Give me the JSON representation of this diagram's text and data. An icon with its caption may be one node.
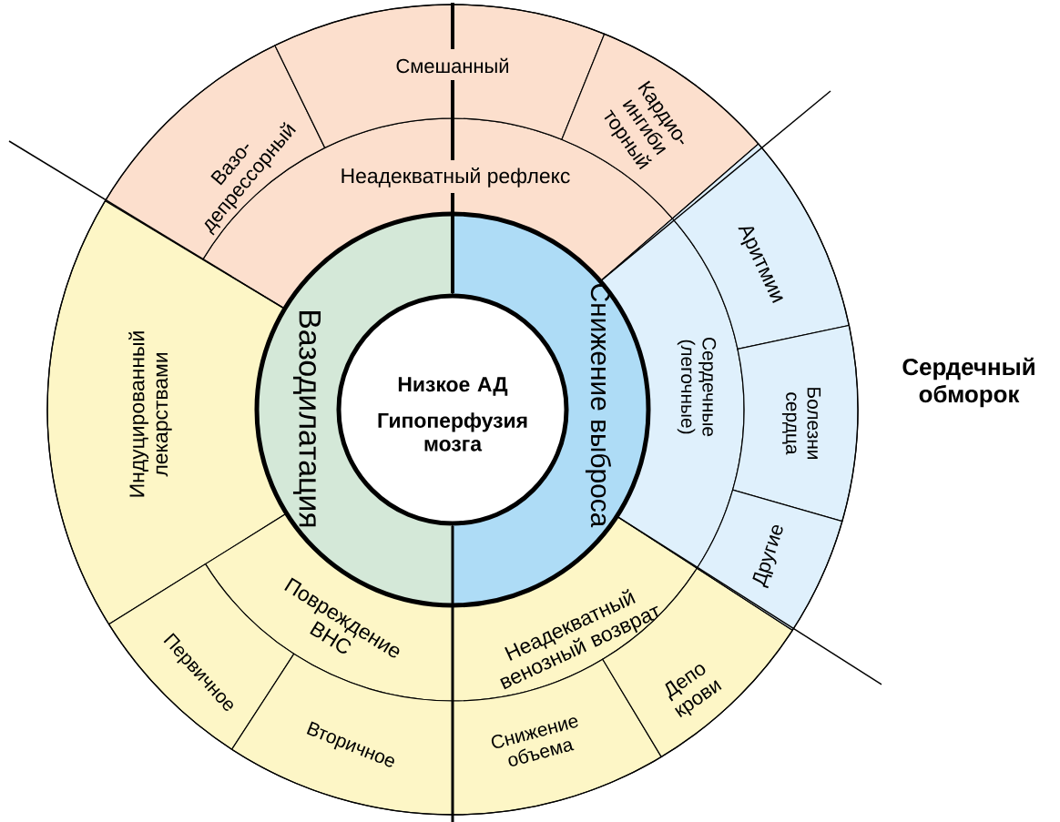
{
  "diagram": {
    "nodes": [
      {
        "text": [
          "Низкое АД",
          "Гипоперфузия мозга"
        ]
      },
      {
        "text": [
          "Вазодилатация"
        ]
      },
      {
        "text": [
          "Снижение выброса"
        ]
      },
      {
        "text": [
          "Неадекватный рефлекс"
        ]
      },
      {
        "text": [
          "Вазо- депрессорный"
        ]
      },
      {
        "text": [
          "Смешанный"
        ]
      },
      {
        "text": [
          "Кардио- ингиби торный"
        ]
      },
      {
        "text": [
          "Индуцированный лекарствами"
        ]
      },
      {
        "text": [
          "Повреждение ВНС"
        ]
      },
      {
        "text": [
          "Первичное"
        ]
      },
      {
        "text": [
          "Вторичное"
        ]
      },
      {
        "text": [
          "Неадекватный венозный возврат"
        ]
      },
      {
        "text": [
          "Снижение объема"
        ]
      },
      {
        "text": [
          "Депо крови"
        ]
      },
      {
        "text": [
          "Сердечные (легочные)"
        ]
      },
      {
        "text": [
          "Аритмии"
        ]
      },
      {
        "text": [
          "Болезни сердца"
        ]
      },
      {
        "text": [
          "Другие"
        ]
      }
    ],
    "labels": [
      "Сердечный обморок"
    ]
  }
}
